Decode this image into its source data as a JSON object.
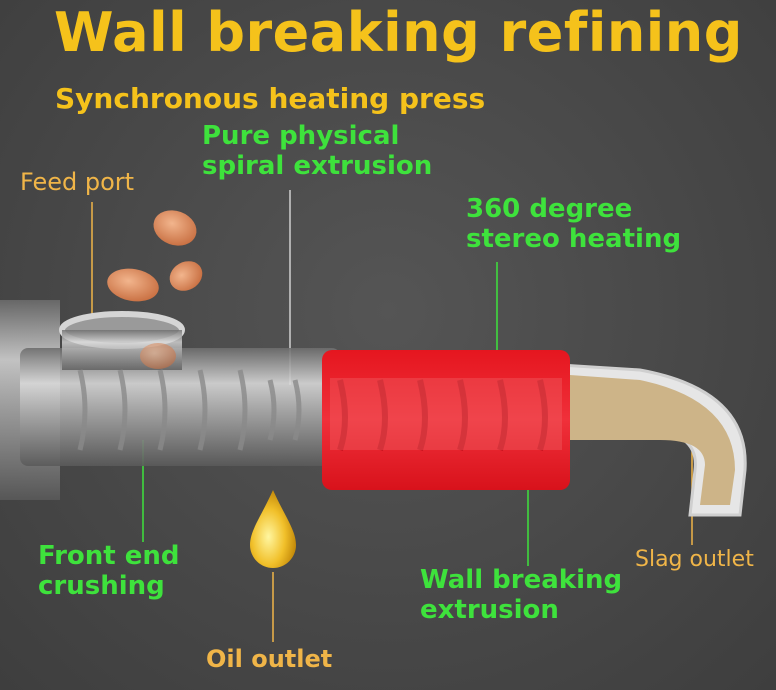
{
  "title": "Wall breaking refining",
  "subtitle": "Synchronous heating press",
  "labels": {
    "feed_port": "Feed port",
    "spiral_1": "Pure physical",
    "spiral_2": "spiral extrusion",
    "heating_1": "360 degree",
    "heating_2": "stereo heating",
    "crushing_1": "Front end",
    "crushing_2": "crushing",
    "extrusion_1": "Wall breaking",
    "extrusion_2": "extrusion",
    "oil_outlet": "Oil outlet",
    "slag_outlet": "Slag outlet"
  },
  "colors": {
    "title": "#f5c21b",
    "green": "#3ee23c",
    "orange": "#f0b548",
    "heater": "#e8202a"
  }
}
